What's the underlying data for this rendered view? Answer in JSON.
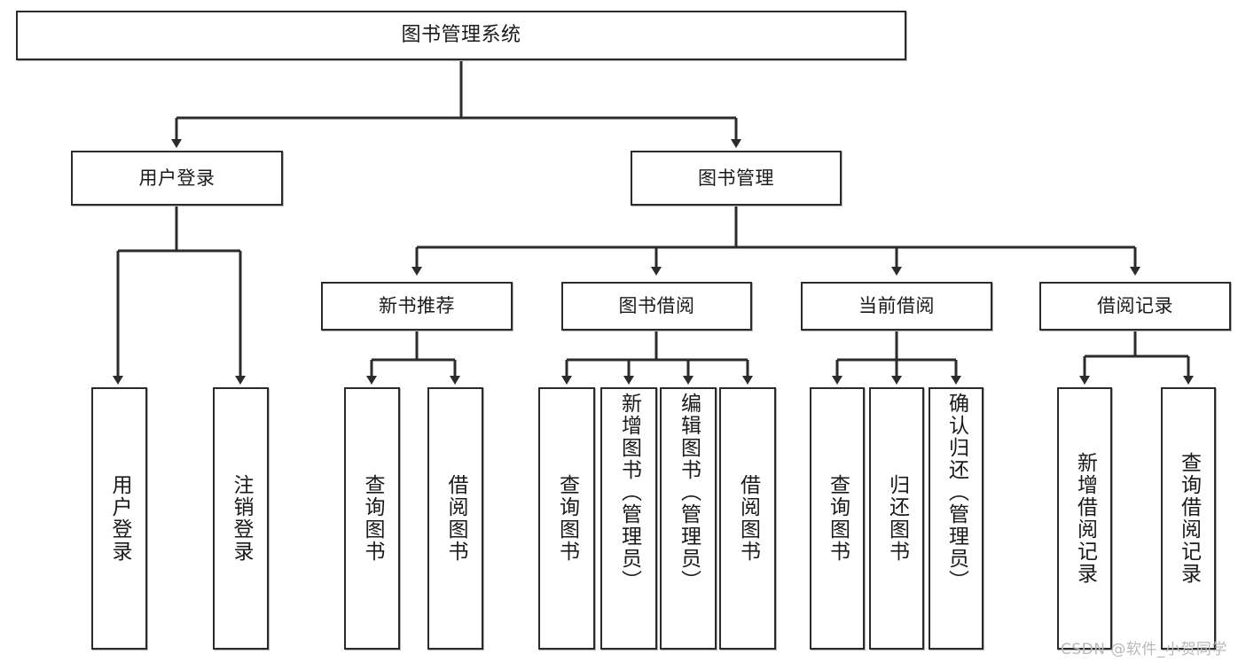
{
  "diagram": {
    "title": "图书管理系统",
    "type": "tree-hierarchy",
    "root": {
      "label": "图书管理系统"
    },
    "level2": [
      {
        "label": "用户登录"
      },
      {
        "label": "图书管理"
      }
    ],
    "level3": [
      {
        "label": "新书推荐"
      },
      {
        "label": "图书借阅"
      },
      {
        "label": "当前借阅"
      },
      {
        "label": "借阅记录"
      }
    ],
    "leaves": {
      "user_login": [
        {
          "label": "用户登录"
        },
        {
          "label": "注销登录"
        }
      ],
      "new_book_recommend": [
        {
          "label": "查询图书"
        },
        {
          "label": "借阅图书"
        }
      ],
      "book_borrow": [
        {
          "label": "查询图书"
        },
        {
          "label": "新增图书（管理员）"
        },
        {
          "label": "编辑图书（管理员）"
        },
        {
          "label": "借阅图书"
        }
      ],
      "current_borrow": [
        {
          "label": "查询图书"
        },
        {
          "label": "归还图书"
        },
        {
          "label": "确认归还（管理员）"
        }
      ],
      "borrow_record": [
        {
          "label": "新增借阅记录"
        },
        {
          "label": "查询借阅记录"
        }
      ]
    }
  },
  "watermark": {
    "text": "CSDN @软件_小贺同学"
  },
  "colors": {
    "border": "#2b2b2b",
    "shadow": "#b6b6b6",
    "text": "#1a1a1a",
    "background": "#ffffff",
    "watermark": "#b9b9b9"
  }
}
